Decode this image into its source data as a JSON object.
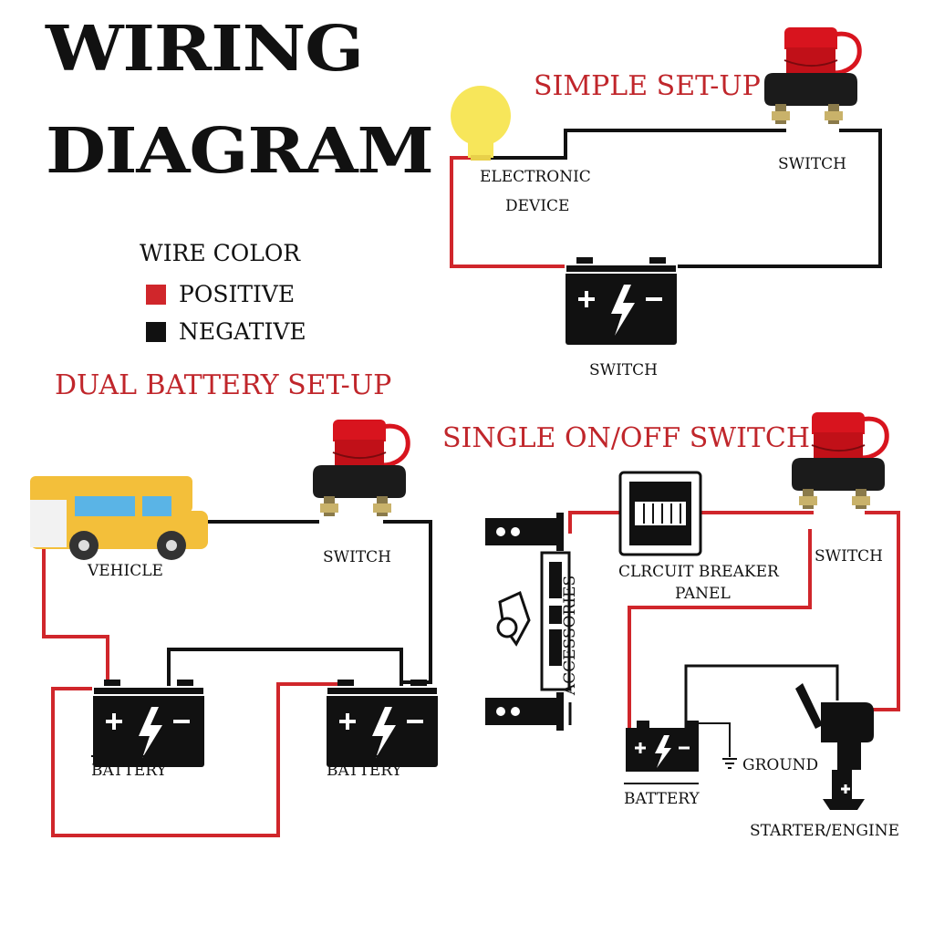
{
  "title": {
    "line1": "WIRING",
    "line2": "DIAGRAM"
  },
  "legend": {
    "title": "WIRE COLOR",
    "items": [
      {
        "label": "POSITIVE",
        "color": "#d0262b"
      },
      {
        "label": "NEGATIVE",
        "color": "#111111"
      }
    ]
  },
  "simple": {
    "title": "SIMPLE SET-UP",
    "device_label_1": "ELECTRONIC",
    "device_label_2": "DEVICE",
    "switch_label": "SWITCH",
    "battery_label": "SWITCH"
  },
  "dual": {
    "title": "DUAL BATTERY  SET-UP",
    "vehicle_label": "VEHICLE",
    "switch_label": "SWITCH",
    "battery1_label": "BATTERY",
    "battery2_label": "BATTERY"
  },
  "single": {
    "title": "SINGLE ON/OFF  SWITCH",
    "breaker_label_1": "CLRCUIT BREAKER",
    "breaker_label_2": "PANEL",
    "switch_label": "SWITCH",
    "accessories_label": "ACCESSORIES",
    "battery_label": "BATTERY",
    "ground_label": "GROUND",
    "engine_label": "STARTER/ENGINE"
  },
  "colors": {
    "positive": "#d0262b",
    "negative": "#111111",
    "switch_cap": "#d8141e",
    "bulb": "#f7e65a",
    "vehicle": "#f3bf3a",
    "vehicle_window": "#5ab4e6"
  }
}
